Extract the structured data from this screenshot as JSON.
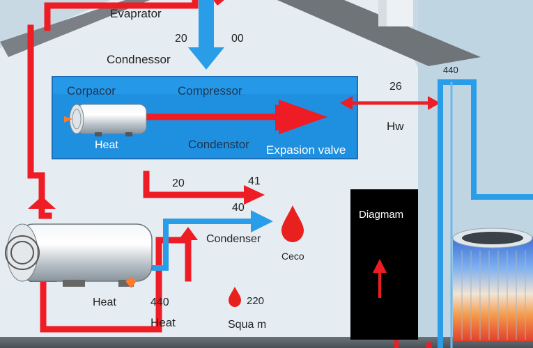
{
  "labels": {
    "evaporator": "Evaprator",
    "top_20": "20",
    "top_00": "00",
    "condnessor": "Condnessor",
    "top_440": "440",
    "corpacor": "Corpacor",
    "compressor": "Compressor",
    "heat_unit": "Heat",
    "condenstor": "Condenstor",
    "expansion_valve": "Expasion valve",
    "r_26": "26",
    "hw": "Hw",
    "mid_20": "20",
    "mid_41": "41",
    "mid_40": "40",
    "condenser": "Condenser",
    "ceco": "Ceco",
    "diagram": "Diagmam",
    "heat_tank": "Heat",
    "n_440": "440",
    "heat_bottom": "Heat",
    "n_220": "220",
    "squa_m": "Squa m"
  },
  "colors": {
    "pipe_red": "#ee1c25",
    "pipe_blue": "#2a9de8",
    "panel_blue": "#1f8fe0",
    "house_wall": "#e8eef3",
    "roof": "#6f7478",
    "drop_red": "#e8201e",
    "diagram_panel": "#000000"
  },
  "icons": [
    "heater-tank-icon",
    "water-drop-icon",
    "heat-pump-unit-icon",
    "chimney-icon"
  ]
}
